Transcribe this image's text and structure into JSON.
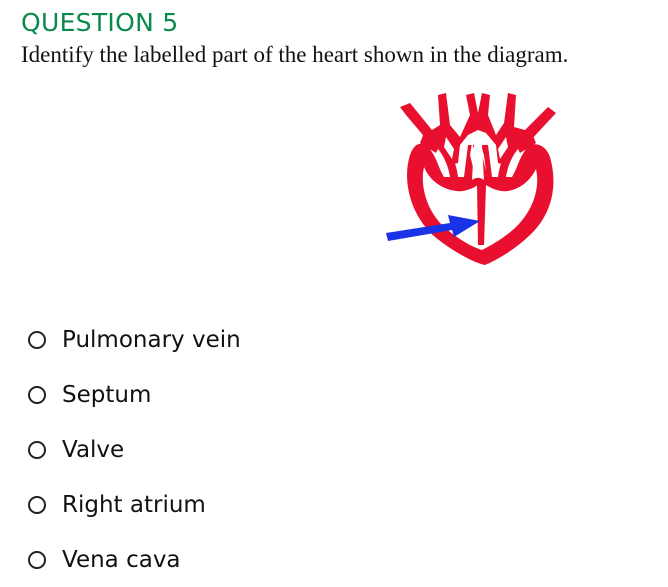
{
  "question": {
    "title": "QUESTION 5",
    "text": "Identify the labelled part of the heart shown in the diagram."
  },
  "diagram": {
    "heart_color": "#e8102e",
    "arrow_color": "#1a33e6"
  },
  "options": [
    {
      "label": "Pulmonary vein"
    },
    {
      "label": "Septum"
    },
    {
      "label": "Valve"
    },
    {
      "label": "Right atrium"
    },
    {
      "label": "Vena cava"
    }
  ]
}
